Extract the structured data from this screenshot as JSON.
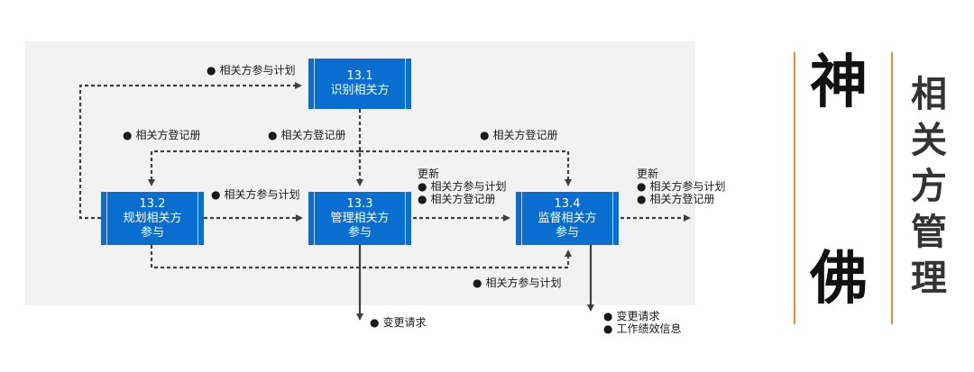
{
  "processes": [
    {
      "id": "13.1",
      "name": "识别相关方"
    },
    {
      "id": "13.2",
      "name_line1": "规划相关方",
      "name_line2": "参与"
    },
    {
      "id": "13.3",
      "name_line1": "管理相关方",
      "name_line2": "参与"
    },
    {
      "id": "13.4",
      "name_line1": "监督相关方",
      "name_line2": "参与"
    }
  ],
  "flows": {
    "plan_to_identify": "相关方参与计划",
    "register_left": "相关方登记册",
    "register_middle": "相关方登记册",
    "register_right": "相关方登记册",
    "plan_2_to_3": "相关方参与计划",
    "update_3": {
      "title": "更新",
      "items": [
        "相关方参与计划",
        "相关方登记册"
      ]
    },
    "update_4": {
      "title": "更新",
      "items": [
        "相关方参与计划",
        "相关方登记册"
      ]
    },
    "plan_bottom": "相关方参与计划",
    "output_3": [
      "变更请求"
    ],
    "output_4": [
      "变更请求",
      "工作绩效信息"
    ]
  },
  "bullet": "●",
  "brand": {
    "char1": "神",
    "char2": "佛",
    "vertical_title": [
      "相",
      "关",
      "方",
      "管",
      "理"
    ]
  },
  "colors": {
    "box": "#0a6ed1",
    "panel": "#f2f2f2",
    "arrow": "#404040",
    "accent_line": "#f08a24"
  }
}
